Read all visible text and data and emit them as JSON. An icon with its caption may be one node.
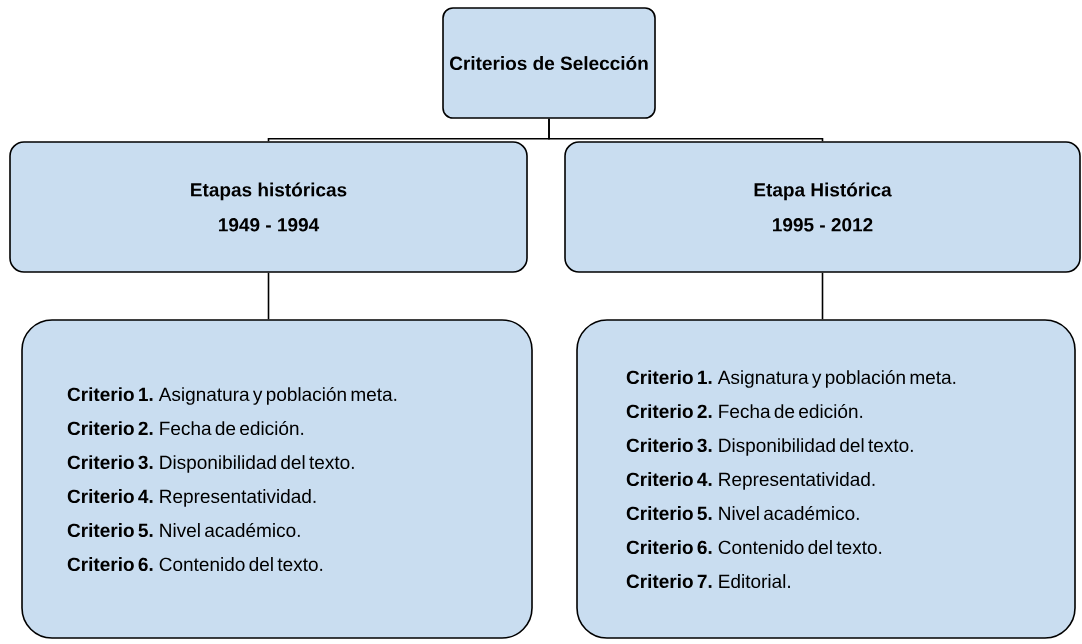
{
  "diagram": {
    "nodes": [
      {
        "text": [
          "Criterios de Selección"
        ]
      },
      {
        "text": [
          "Etapas históricas",
          "1949 - 1994"
        ]
      },
      {
        "text": [
          "Etapa Histórica",
          "1995 - 2012"
        ]
      },
      {
        "text": [
          "**Criterio 1.** Asignatura y población meta.",
          "**Criterio 2.** Fecha de edición.",
          "**Criterio 3.** Disponibilidad del texto.",
          "**Criterio 4.** Representatividad.",
          "**Criterio 5.** Nivel académico.",
          "**Criterio 6.** Contenido del texto."
        ]
      },
      {
        "text": [
          "**Criterio 1.** Asignatura y población meta.",
          "**Criterio 2.** Fecha de edición.",
          "**Criterio 3.** Disponibilidad del texto.",
          "**Criterio 4.** Representatividad.",
          "**Criterio 5.** Nivel académico.",
          "**Criterio 6.** Contenido del texto.",
          "**Criterio 7.** Editorial."
        ]
      }
    ],
    "edges": [
      {
        "from": 0,
        "to": 1,
        "arrow": "none"
      },
      {
        "from": 0,
        "to": 2,
        "arrow": "none"
      },
      {
        "from": 1,
        "to": 3,
        "arrow": "none"
      },
      {
        "from": 2,
        "to": 4,
        "arrow": "none"
      }
    ]
  }
}
